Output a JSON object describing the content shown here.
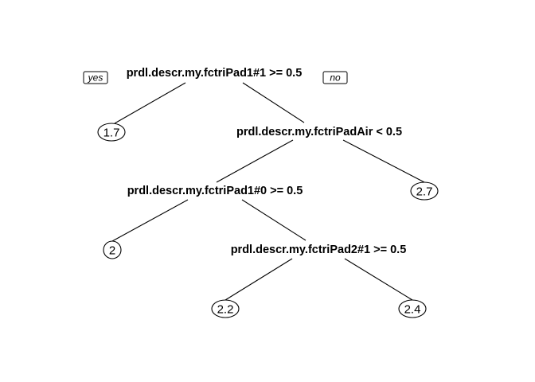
{
  "tree": {
    "branch_tags": {
      "yes": "yes",
      "no": "no"
    },
    "splits": [
      {
        "id": "root",
        "label": "prdl.descr.my.fctriPad1#1 >= 0.5"
      },
      {
        "id": "air",
        "label": "prdl.descr.my.fctriPadAir < 0.5"
      },
      {
        "id": "pad0",
        "label": "prdl.descr.my.fctriPad1#0 >= 0.5"
      },
      {
        "id": "pad2",
        "label": "prdl.descr.my.fctriPad2#1 >= 0.5"
      }
    ],
    "leaves": [
      {
        "id": "leaf-1",
        "value": "1.7"
      },
      {
        "id": "leaf-2",
        "value": "2.7"
      },
      {
        "id": "leaf-3",
        "value": "2"
      },
      {
        "id": "leaf-4",
        "value": "2.2"
      },
      {
        "id": "leaf-5",
        "value": "2.4"
      }
    ]
  }
}
